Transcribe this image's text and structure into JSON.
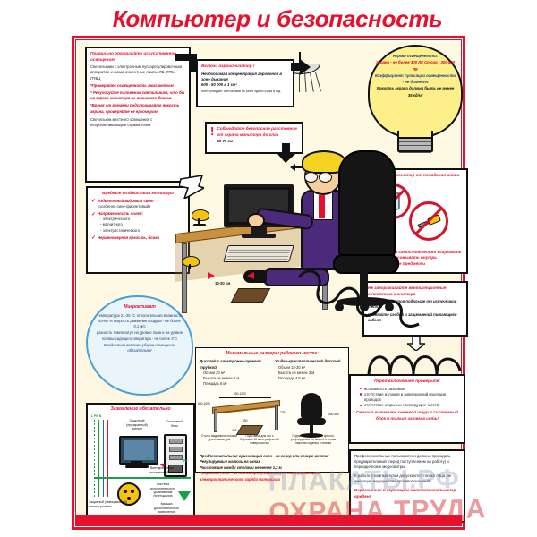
{
  "poster": {
    "title": "Компьютер и безопасность",
    "watermark_line1": "ПЛАКАТЫ.РФ",
    "watermark_line2": "ОХРАНА ТРУДА"
  },
  "lighting_card": {
    "heading": "Правильно организуйте искусственное освещение!",
    "line1": "Светильники с электронным пускорегулировочным аппаратом и люминесцентные лампы ЛБ, ЛТБ, ЛТБЦ",
    "bullet1": "*Проверяйте освещенность люксметром",
    "bullet2": "* Регулируйте положение светильника, что бы на экране монитора не возникало бликов",
    "bullet3": "*Время от времени подстраивайте яркость экрана, проверяйте ее яркомером",
    "footer": "Светильник местного освещения с непросвечивающим отражателем"
  },
  "bulb": {
    "heading": "Нормы освещенности:",
    "line1": "Экрана - не более 300 ЛК",
    "line2": "Стола - 300-500 ЛК",
    "line3": "Коэффициент пульсации освещенности - не более 5%",
    "line4": "Яркость экрана должна быть не менее 35 кд/м²"
  },
  "ionizer_card": {
    "heading": "Включи аэроионизатор !",
    "line1": "Необходимая концентрация аэроионов в зоне дыхания",
    "line2": "600 - 50 000 в 1 см³",
    "footer": "Контролируют счетчиками не реже одного раза в год"
  },
  "distance_card": {
    "heading": "Соблюдайте безопасное расстояние от экрана монитора до глаз",
    "value": "60-70 см"
  },
  "harm_card": {
    "heading": "Вредные воздействия монитора",
    "item1": "Избыточный видимый свет",
    "item1_sub": "(особенно сине-фиолетовый)",
    "item2": "Напряженность полей:",
    "item2_sub1": "- электрического",
    "item2_sub2": "- магнитного",
    "item2_sub3": "- электростатического",
    "item3": "Неравномерная яркость, блики"
  },
  "microclimate": {
    "heading": "Микроклимат",
    "line1": "температура 21-25 °С",
    "line2": "относительная влажность 40-60 %",
    "line3": "скорость движения воздуха - не более 0,1 м/с",
    "line4": "разность температур на уровне пола и на уровне головы сидящего оператора - не более 3°С",
    "line5": "Ежедневная влажная уборка помещения обязательна!"
  },
  "moisture_card": {
    "heading": "Оберегайте монитор от попадания влаги",
    "footer": "Запрещается самостоятельно вскрывать монитор, просовывать внутрь металлические предметы"
  },
  "vent_card": {
    "heading": "Не загораживайте вентиляционные отверстия монитора",
    "line1": "Держите монитор подальше от источников тепла !",
    "line2": "Избегайте сгибов и защемлений питающего кабеля"
  },
  "grounding": {
    "heading": "Заземление обязательно",
    "label_filter": "Защитный\n(приэкранный)\nфильтр",
    "label_pc": "Системный\nблок",
    "label_screw": "Винт крепления\nсистемного блока",
    "label_system": "Система\nдополнительного\nуравнивания\nпотенциалов",
    "label_socket": "Защитный (заземляющий)\nконтакт розетки",
    "label_cover": "Крышка\nдополнительного\nзаземления\n(под стол розетки)",
    "pe1": "PE",
    "pe2": "N",
    "pe3": "PE",
    "pe4": "PE",
    "pe5": "L",
    "pe_label": "L PE N"
  },
  "workspace": {
    "title": "Минимальные размеры рабочего места:",
    "col1_title": "Дисплей с электронно-лучевой трубкой",
    "col1_l1": "Объем 20 м³",
    "col1_l2": "Высота не менее 3 м",
    "col1_l3": "Площадь  6 м²",
    "col2_title": "Жидко-кристаллический дисплей",
    "col2_l1": "Объем 15-20 м³",
    "col2_l2": "Высота не менее 3 м",
    "col2_l3": "Площадь 4.5 м²",
    "dim_width": "800-1200",
    "dim_depth": "600-1000",
    "dim_height": "725",
    "dim_foot_w": "300",
    "dim_foot_d": "400",
    "dim_chair": "400-550",
    "cap_desk": "Стол с выдвижной полкой для клавиатуры",
    "cap_foot": "Подставка для ног с бортиком 10 мм и рифленой поверхностью",
    "cap_chair": "Подъемно-поворотное кресло, регулируемое по высоте и углам наклона сиденья и спинки",
    "note1": "Предпочтительная ориентация окон - на север или северо-восток",
    "note2": "Регулируемые жалюзи на окнах",
    "note3": "Расстояние между столами не менее 1,2 м",
    "note4": "Покрытие пола - из неэлектризующегося, не накапливающего электростатического заряда материала"
  },
  "precheck_card": {
    "heading": "Перед включением проверьте:",
    "item1": "исправность разъемов",
    "item2": "отсутствие изломов и повреждений изоляции проводов",
    "item3": "отсутствие открытых токоведущих частей",
    "footer": "Сначала воткните сетевой шнур в системный блок и только затем в сеть!"
  },
  "medical_card": {
    "line1": "Профессиональные пользователи должны проходить предварительный (перед поступлением на работу) и периодические медосмотры",
    "line2": "К работе с компьютером допускаются только лица, не имеющие медицинских противопоказаний",
    "footer": "Беременным и кормящим матерям компьютер вреден!"
  },
  "floor_labels": {
    "keyboard_distance": "10-30 см"
  },
  "colors": {
    "red": "#e8112d",
    "blue": "#123a8f",
    "green": "#19a04b",
    "bulb_yellow": "#fdf08a",
    "cloud_blue": "#eaf4fb"
  }
}
